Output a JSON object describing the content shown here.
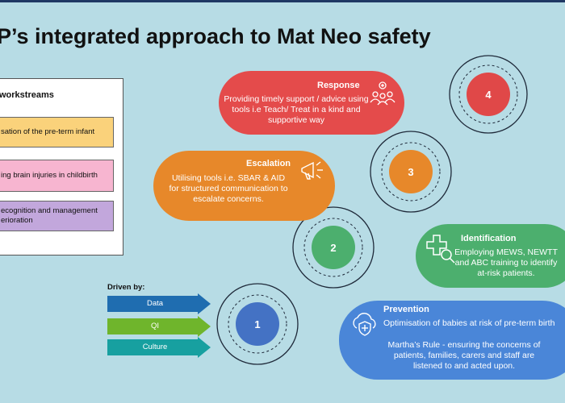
{
  "title": "P’s integrated approach to Mat Neo safety",
  "workstreams": {
    "heading": "workstreams",
    "items": [
      {
        "label": "sation of the pre-term infant",
        "color": "#fad27b"
      },
      {
        "label": "ing brain injuries in childbirth",
        "color": "#f7b5d0"
      },
      {
        "label": "ecognition and management erioration",
        "color": "#c2a7dc"
      }
    ]
  },
  "driven_by": {
    "label": "Driven by:",
    "arrows": [
      {
        "label": "Data",
        "color": "#1f6db0"
      },
      {
        "label": "QI",
        "color": "#6fb52c"
      },
      {
        "label": "Culture",
        "color": "#17a0a0"
      }
    ]
  },
  "steps": {
    "response": {
      "number": "4",
      "heading": "Response",
      "text": "Providing timely support / advice using tools i.e Teach/ Treat  in a kind and supportive way",
      "icon": "people-group-icon",
      "color": "#e44b4b"
    },
    "escalation": {
      "number": "3",
      "heading": "Escalation",
      "text": "Utilising tools i.e. SBAR & AID for structured communication to escalate concerns.",
      "icon": "megaphone-icon",
      "color": "#e7882a"
    },
    "identification": {
      "number": "2",
      "heading": "Identification",
      "text": "Employing MEWS, NEWTT and ABC training to identify at-risk patients.",
      "icon": "medical-search-icon",
      "color": "#4caf6e"
    },
    "prevention": {
      "number": "1",
      "heading": "Prevention",
      "text1": "Optimisation of babies at risk of pre-term birth",
      "text2": "Martha’s Rule - ensuring the concerns of patients, families, carers and staff are listened to and acted upon.",
      "icon": "cloud-shield-icon",
      "color": "#4a86d8"
    }
  }
}
